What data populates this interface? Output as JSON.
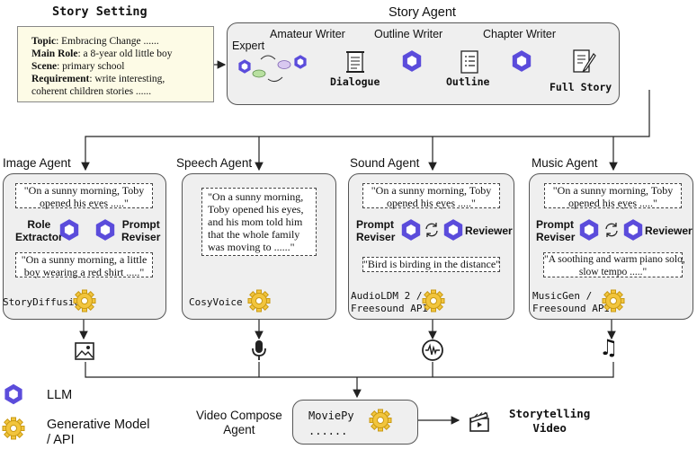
{
  "story_setting": {
    "title": "Story Setting",
    "lines": [
      {
        "key": "Topic",
        "value": ": Embracing Change ......"
      },
      {
        "key": "Main Role",
        "value": ": a 8-year old little boy"
      },
      {
        "key": "Scene",
        "value": ": primary school"
      },
      {
        "key": "Requirement",
        "value": ": write interesting,"
      },
      {
        "key": "",
        "value": "coherent children stories ......"
      }
    ]
  },
  "story_agent": {
    "title": "Story Agent",
    "expert": "Expert",
    "amateur_writer": "Amateur Writer",
    "outline_writer": "Outline Writer",
    "chapter_writer": "Chapter Writer",
    "dialogue": "Dialogue",
    "outline": "Outline",
    "full_story": "Full Story"
  },
  "image_agent": {
    "title": "Image Agent",
    "input_text": [
      "\"On a sunny morning, Toby",
      "opened his eyes .....\""
    ],
    "role_extractor": [
      "Role",
      "Extractor"
    ],
    "prompt_reviser": [
      "Prompt",
      "Reviser"
    ],
    "output_text": [
      "\"On a sunny morning, a little",
      "boy wearing a red shirt .....\""
    ],
    "model": "StoryDiffusion"
  },
  "speech_agent": {
    "title": "Speech Agent",
    "text": [
      "\"On a sunny morning,",
      "Toby opened his eyes,",
      "and his mom told him",
      "that the whole family",
      "was moving to ......\""
    ],
    "model": "CosyVoice"
  },
  "sound_agent": {
    "title": "Sound Agent",
    "input_text": [
      "\"On a sunny morning, Toby",
      "opened his eyes .....\""
    ],
    "prompt_reviser": [
      "Prompt",
      "Reviser"
    ],
    "reviewer": "Reviewer",
    "output_text": [
      "\"Bird is birding in the distance\""
    ],
    "model": [
      "AudioLDM 2 /",
      "Freesound API"
    ]
  },
  "music_agent": {
    "title": "Music Agent",
    "input_text": [
      "\"On a sunny morning, Toby",
      "opened his eyes .....\""
    ],
    "prompt_reviser": [
      "Prompt",
      "Reviser"
    ],
    "reviewer": "Reviewer",
    "output_text": [
      "\"A soothing and warm piano solo,",
      "slow tempo .....\""
    ],
    "model": [
      "MusicGen /",
      "Freesound API"
    ]
  },
  "video_agent": {
    "title": [
      "Video Compose",
      "Agent"
    ],
    "tool": "MoviePy",
    "dots": "......",
    "output": [
      "Storytelling",
      "Video"
    ]
  },
  "legend": {
    "llm": "LLM",
    "gen_model": [
      "Generative Model",
      "/ API"
    ]
  },
  "colors": {
    "llm_icon": "#5b4cdb",
    "llm_icon_light": "#8a7cf2",
    "gear_fill": "#f2c53d",
    "gear_stroke": "#c99a14",
    "setting_bg": "#fdfbe6",
    "agent_box_bg": "#efefef"
  }
}
